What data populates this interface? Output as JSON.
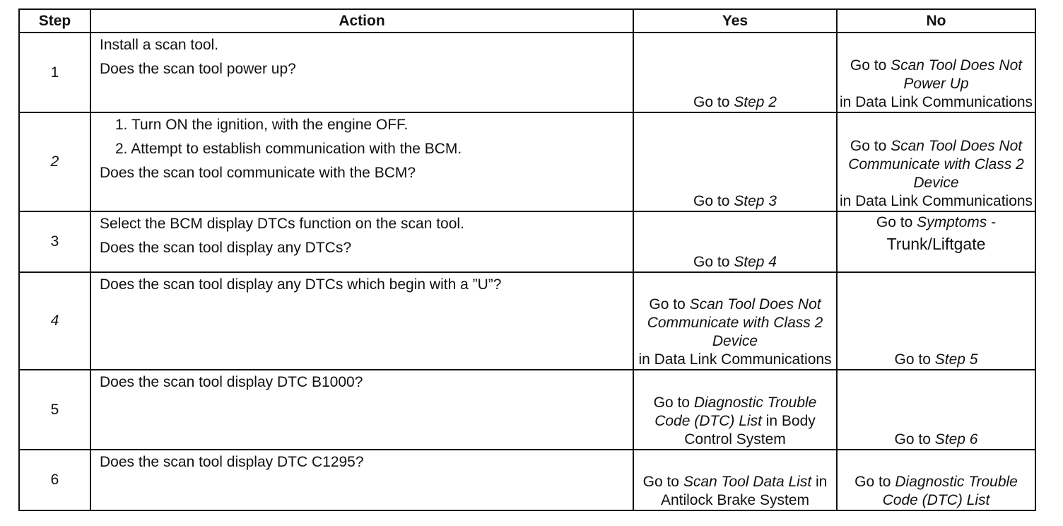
{
  "headers": {
    "step": "Step",
    "action": "Action",
    "yes": "Yes",
    "no": "No"
  },
  "rows": [
    {
      "step": "1",
      "action": [
        "Install a scan tool.",
        "Does the scan tool power up?"
      ],
      "yes": {
        "pre": "Go to ",
        "link": "Step 2",
        "post": ""
      },
      "no": {
        "pre": "Go to ",
        "link": "Scan Tool Does Not Power Up",
        "post": "in Data Link Communications"
      }
    },
    {
      "step": "2",
      "action_list": [
        "1.  Turn ON the ignition, with the engine OFF.",
        "2.  Attempt to establish communication with the BCM."
      ],
      "action": [
        "Does the scan tool communicate with the BCM?"
      ],
      "yes": {
        "pre": "Go to ",
        "link": "Step 3",
        "post": ""
      },
      "no": {
        "pre": "Go to ",
        "link": "Scan Tool Does Not Communicate with Class 2 Device",
        "post": "in Data Link Communications"
      }
    },
    {
      "step": "3",
      "action": [
        "Select the BCM display DTCs function on the scan tool.",
        "Does the scan tool display any DTCs?"
      ],
      "yes": {
        "pre": "Go to ",
        "link": "Step 4",
        "post": ""
      },
      "no": {
        "pre": "Go to ",
        "link": "Symptoms",
        "post": " -",
        "post2": "Trunk/Liftgate"
      }
    },
    {
      "step": "4",
      "action": [
        "Does the scan tool display any DTCs which begin with a ”U”?"
      ],
      "yes": {
        "pre": "Go to ",
        "link": "Scan Tool Does Not Communicate with Class 2 Device",
        "post": "in Data Link Communications"
      },
      "no": {
        "pre": "Go to ",
        "link": "Step 5",
        "post": ""
      }
    },
    {
      "step": "5",
      "action": [
        "Does the scan tool display DTC B1000?"
      ],
      "yes": {
        "pre": "Go to ",
        "link": "Diagnostic Trouble Code (DTC) List",
        "post": " in Body Control System"
      },
      "no": {
        "pre": "Go to ",
        "link": "Step 6",
        "post": ""
      }
    },
    {
      "step": "6",
      "action": [
        "Does the scan tool display DTC C1295?"
      ],
      "yes": {
        "pre": "Go to ",
        "link": "Scan Tool Data List",
        "post": " in Antilock Brake System"
      },
      "no": {
        "pre": "Go to ",
        "link": "Diagnostic Trouble Code (DTC) List",
        "post": ""
      }
    }
  ]
}
